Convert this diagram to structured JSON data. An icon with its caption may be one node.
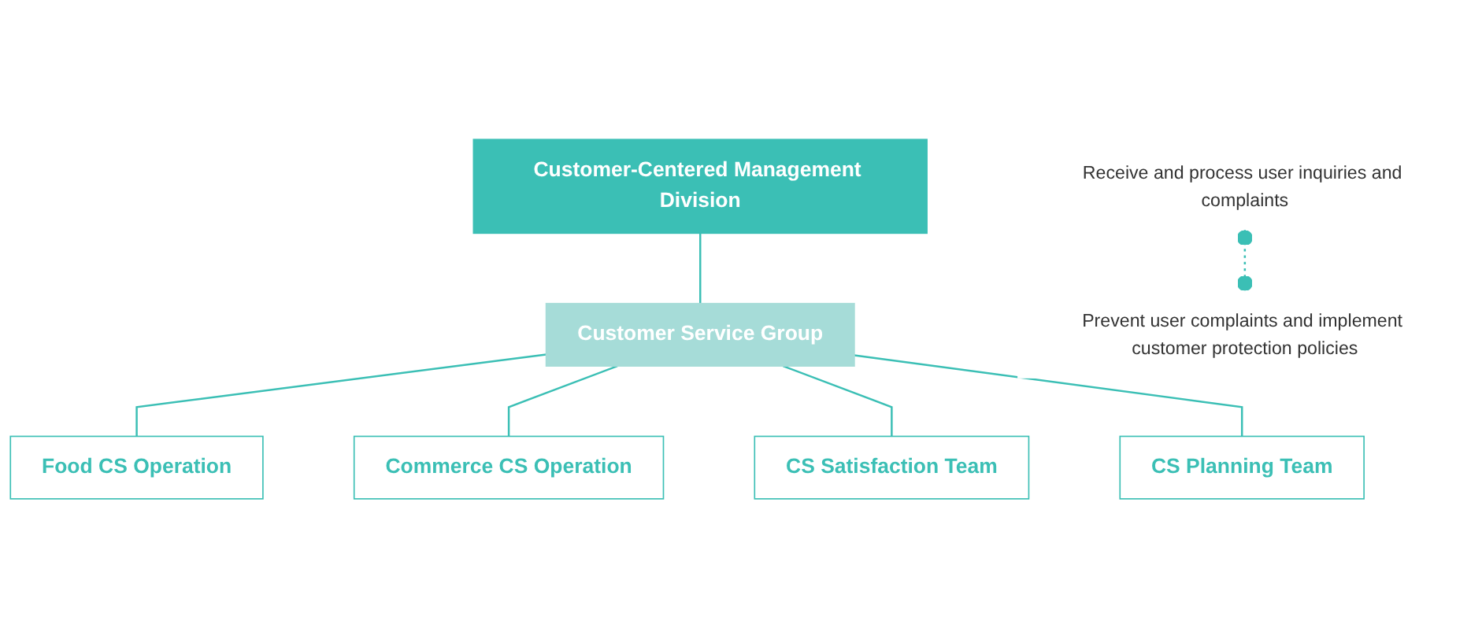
{
  "diagram": {
    "nodes": [
      {
        "text": [
          "Customer-Centered Management Division"
        ]
      },
      {
        "text": [
          "Customer Service Group"
        ]
      },
      {
        "text": [
          "Food CS Operation"
        ]
      },
      {
        "text": [
          "Commerce CS Operation"
        ]
      },
      {
        "text": [
          "CS Satisfaction Team"
        ]
      },
      {
        "text": [
          "CS Planning Team"
        ]
      },
      {
        "text": [
          "Receive and process user inquiries and complaints"
        ]
      },
      {
        "text": [
          "Prevent user complaints and implement customer protection policies"
        ]
      }
    ],
    "edges": [
      {
        "from": 0,
        "to": 1,
        "arrow": "none"
      },
      {
        "from": 1,
        "to": 2,
        "arrow": "none"
      },
      {
        "from": 1,
        "to": 3,
        "arrow": "none"
      },
      {
        "from": 1,
        "to": 4,
        "arrow": "none"
      },
      {
        "from": 1,
        "to": 5,
        "arrow": "none"
      },
      {
        "from": 6,
        "to": 7,
        "arrow": "other",
        "style": "dashed"
      }
    ]
  }
}
